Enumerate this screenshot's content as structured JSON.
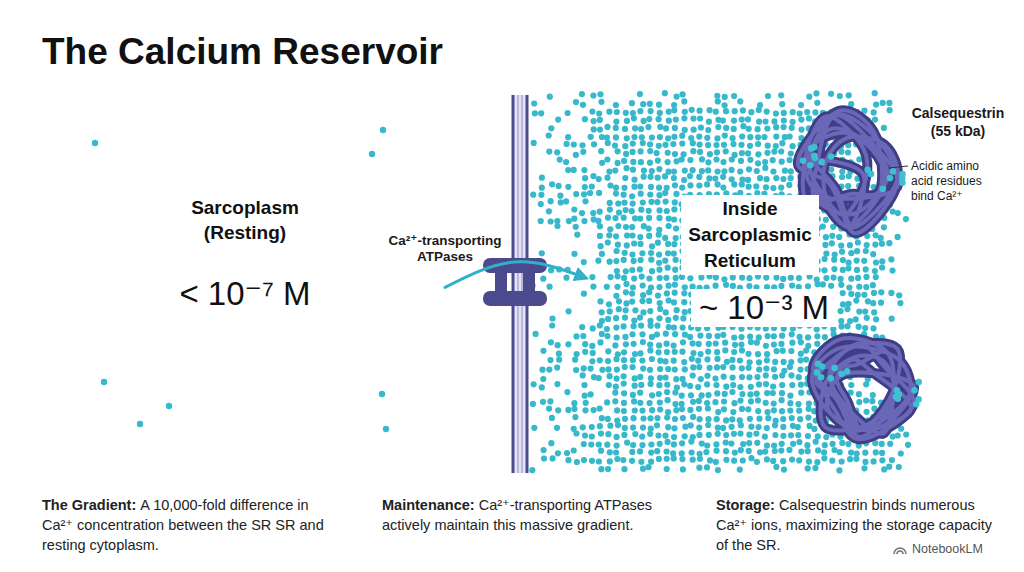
{
  "diagram": {
    "title": "The Calcium Reservoir",
    "nodes": [
      {
        "text": [
          "Sarcoplasm (Resting)",
          "< 10⁻⁷ M"
        ]
      },
      {
        "text": [
          "Inside Sarcoplasmic Reticulum",
          "~ 10⁻³ M"
        ]
      }
    ],
    "edges": [
      {
        "from": 0,
        "to": 1,
        "arrow": "to"
      }
    ],
    "labels": [
      "Ca²⁺-transporting ATPases",
      "Calsequestrin (55 kDa)",
      "Acidic amino acid residues bind Ca²⁺",
      "The Gradient:",
      "A 10,000-fold difference in Ca²⁺ concentration between the SR SR and resting cytoplasm.",
      "Maintenance:",
      "Ca²⁺-transporting ATPases actively maintain this massive gradient.",
      "Storage:",
      "Calsequestrin binds numerous Ca²⁺ ions, maximizing the storage capacity of the SR.",
      "NotebookLM"
    ]
  }
}
